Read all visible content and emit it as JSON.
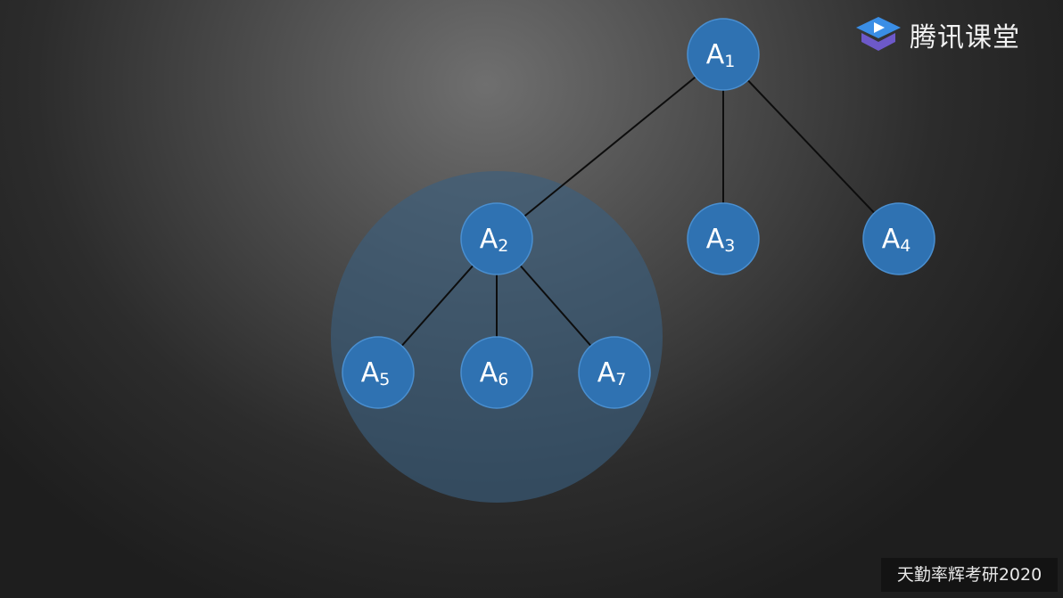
{
  "brand": {
    "logo_text": "腾讯课堂",
    "logo_icon": "tencent-classroom-play-icon"
  },
  "watermark": {
    "text": "天勤率辉考研2020"
  },
  "tree": {
    "highlight_subtree_root": "A2",
    "nodes": [
      {
        "id": "A1",
        "letter": "A",
        "sub": "1"
      },
      {
        "id": "A2",
        "letter": "A",
        "sub": "2"
      },
      {
        "id": "A3",
        "letter": "A",
        "sub": "3"
      },
      {
        "id": "A4",
        "letter": "A",
        "sub": "4"
      },
      {
        "id": "A5",
        "letter": "A",
        "sub": "5"
      },
      {
        "id": "A6",
        "letter": "A",
        "sub": "6"
      },
      {
        "id": "A7",
        "letter": "A",
        "sub": "7"
      }
    ],
    "edges": [
      {
        "from": "A1",
        "to": "A2"
      },
      {
        "from": "A1",
        "to": "A3"
      },
      {
        "from": "A1",
        "to": "A4"
      },
      {
        "from": "A2",
        "to": "A5"
      },
      {
        "from": "A2",
        "to": "A6"
      },
      {
        "from": "A2",
        "to": "A7"
      }
    ]
  },
  "colors": {
    "node_fill": "#2f72b2",
    "node_stroke": "#4a8fd0",
    "edge": "#0d0d0d",
    "highlight_fill": "#3a5f80"
  }
}
